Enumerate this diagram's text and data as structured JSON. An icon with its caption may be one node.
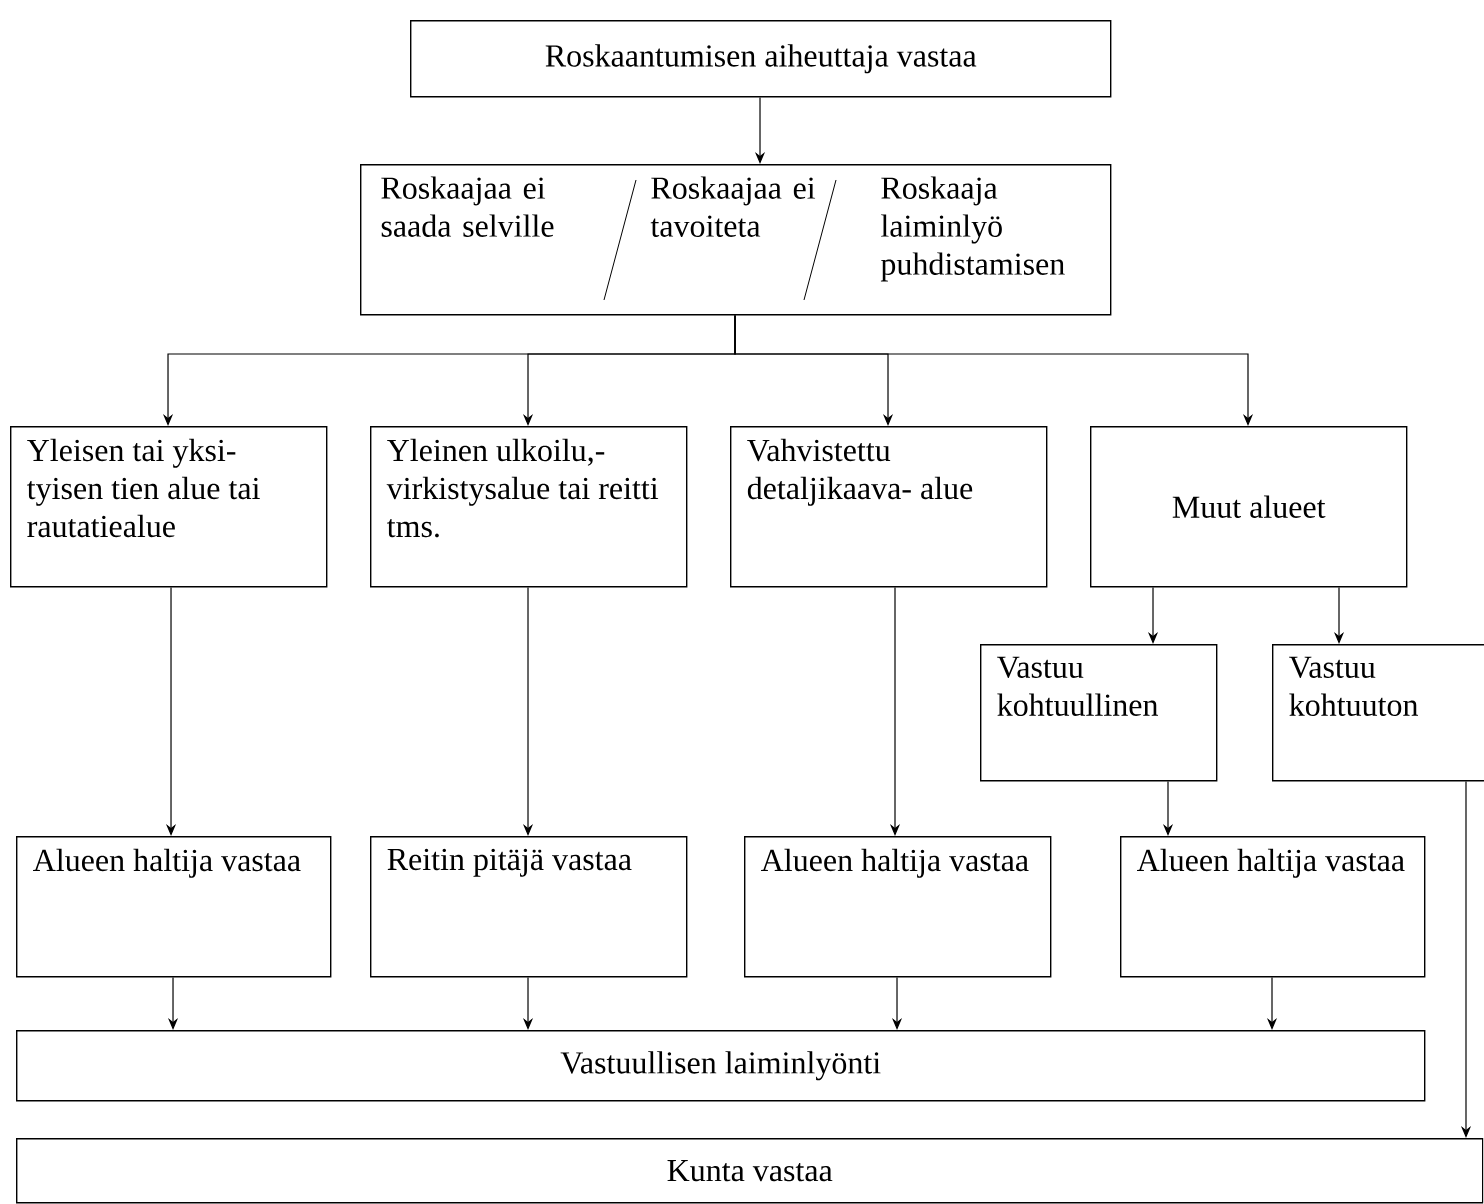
{
  "diagram": {
    "nodes": [
      {
        "text": [
          "Roskaantumisen aiheuttaja vastaa"
        ]
      },
      {
        "text": [
          "Roskaajaa ei saada selville",
          "Roskaajaa ei tavoiteta",
          "Roskaaja laiminlyö puhdistamisen"
        ]
      },
      {
        "text": [
          "Yleisen tai yksi- tyisen tien alue tai rautatiealue"
        ]
      },
      {
        "text": [
          "Yleinen ulkoilu,- virkistysalue tai reitti tms."
        ]
      },
      {
        "text": [
          "Vahvistettu detaljikaava- alue"
        ]
      },
      {
        "text": [
          "Muut alueet"
        ]
      },
      {
        "text": [
          "Vastuu kohtuullinen"
        ]
      },
      {
        "text": [
          "Vastuu kohtuuton"
        ]
      },
      {
        "text": [
          "Alueen haltija vastaa"
        ]
      },
      {
        "text": [
          "Reitin pitäjä vastaa"
        ]
      },
      {
        "text": [
          "Alueen haltija vastaa"
        ]
      },
      {
        "text": [
          "Alueen haltija vastaa"
        ]
      },
      {
        "text": [
          "Vastuullisen laiminlyönti"
        ]
      },
      {
        "text": [
          "Kunta vastaa"
        ]
      }
    ],
    "edges": [
      {
        "from": 0,
        "to": 1,
        "arrow": "to"
      },
      {
        "from": 1,
        "to": 2,
        "arrow": "to"
      },
      {
        "from": 1,
        "to": 3,
        "arrow": "to"
      },
      {
        "from": 1,
        "to": 4,
        "arrow": "to"
      },
      {
        "from": 1,
        "to": 5,
        "arrow": "to"
      },
      {
        "from": 5,
        "to": 6,
        "arrow": "to"
      },
      {
        "from": 5,
        "to": 7,
        "arrow": "to"
      },
      {
        "from": 2,
        "to": 8,
        "arrow": "to"
      },
      {
        "from": 3,
        "to": 9,
        "arrow": "to"
      },
      {
        "from": 4,
        "to": 10,
        "arrow": "to"
      },
      {
        "from": 6,
        "to": 11,
        "arrow": "to"
      },
      {
        "from": 8,
        "to": 12,
        "arrow": "to"
      },
      {
        "from": 9,
        "to": 12,
        "arrow": "to"
      },
      {
        "from": 10,
        "to": 12,
        "arrow": "to"
      },
      {
        "from": 11,
        "to": 12,
        "arrow": "to"
      },
      {
        "from": 7,
        "to": 13,
        "arrow": "to"
      }
    ]
  }
}
